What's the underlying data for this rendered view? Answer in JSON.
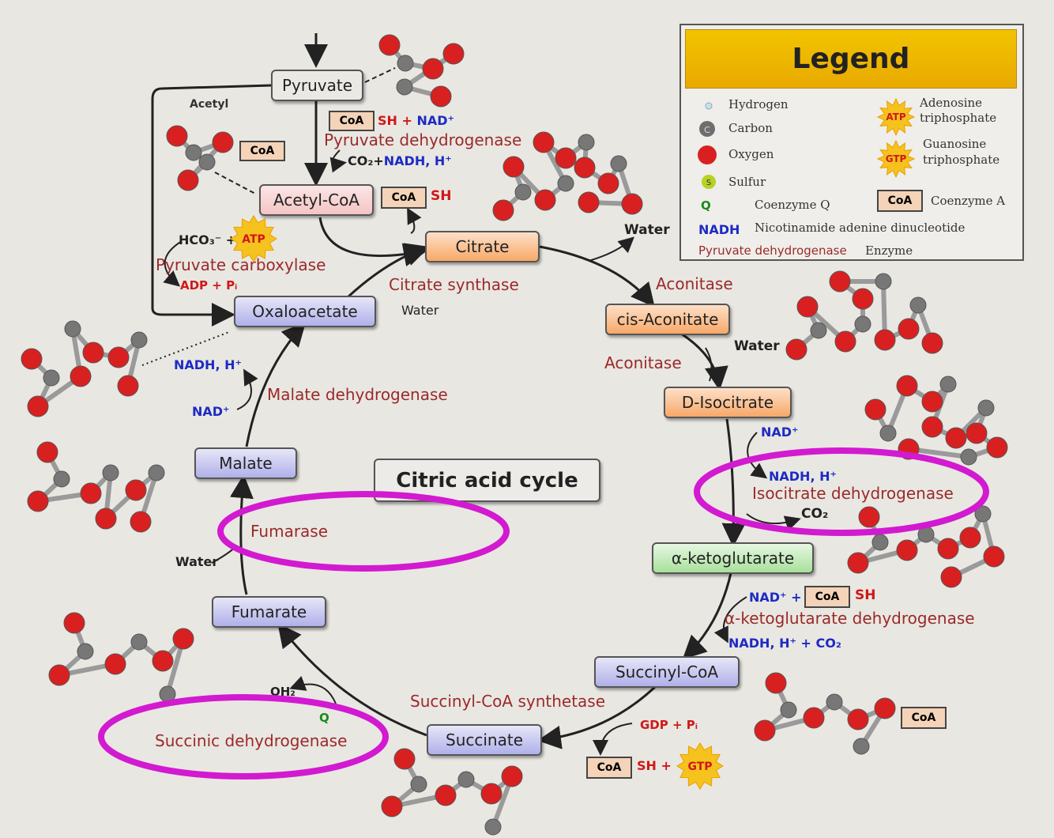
{
  "title": "Citric acid cycle",
  "metabolites": {
    "pyruvate": "Pyruvate",
    "acetyl_coa": "Acetyl-CoA",
    "citrate": "Citrate",
    "cis_aconitate": "cis-Aconitate",
    "d_isocitrate": "D-Isocitrate",
    "a_ketoglutarate": "α-ketoglutarate",
    "succinyl_coa": "Succinyl-CoA",
    "succinate": "Succinate",
    "fumarate": "Fumarate",
    "malate": "Malate",
    "oxaloacetate": "Oxaloacetate"
  },
  "enzymes": {
    "pyruvate_dehydrogenase": "Pyruvate dehydrogenase",
    "pyruvate_carboxylase": "Pyruvate carboxylase",
    "citrate_synthase": "Citrate synthase",
    "aconitase_1": "Aconitase",
    "aconitase_2": "Aconitase",
    "isocitrate_dehydrogenase": "Isocitrate dehydrogenase",
    "akg_dehydrogenase": "α-ketoglutarate dehydrogenase",
    "succinyl_coa_synthetase": "Succinyl-CoA synthetase",
    "succinic_dehydrogenase": "Succinic dehydrogenase",
    "fumarase": "Fumarase",
    "malate_dehydrogenase": "Malate dehydrogenase"
  },
  "cofactors": {
    "acetyl": "Acetyl",
    "coa": "CoA",
    "sh": "SH",
    "sh_plus": "SH +",
    "sh_plus_nad": "SH + NAD⁺",
    "co2_nadh": "CO₂+NADH, H⁺",
    "water": "Water",
    "hco3": "HCO₃⁻ +",
    "atp": "ATP",
    "gtp": "GTP",
    "adp_pi": "ADP + Pᵢ",
    "nadh_h": "NADH, H⁺",
    "nad": "NAD⁺",
    "co2": "CO₂",
    "nad_plus": "NAD⁺ +",
    "nadh_h_co2": "NADH, H⁺ + CO₂",
    "gdp_pi": "GDP + Pᵢ",
    "oh2": "OH₂",
    "q": "Q"
  },
  "legend": {
    "title": "Legend",
    "hydrogen": "Hydrogen",
    "carbon": "Carbon",
    "oxygen": "Oxygen",
    "sulfur": "Sulfur",
    "coenzyme_q_symbol": "Q",
    "coenzyme_q": "Coenzyme Q",
    "nadh_symbol": "NADH",
    "nadh": "Nicotinamide adenine dinucleotide",
    "enzyme_example": "Pyruvate dehydrogenase",
    "enzyme": "Enzyme",
    "atp_line1": "Adenosine",
    "atp_line2": "triphosphate",
    "gtp_line1": "Guanosine",
    "gtp_line2": "triphosphate",
    "coa_box": "CoA",
    "coenzyme_a": "Coenzyme A",
    "carbon_letter": "C",
    "sulfur_letter": "S"
  },
  "colors": {
    "highlight": "#d21ad0",
    "enzyme_text": "#9a2a2a",
    "cofactor_blue": "#1d2bc4",
    "cofactor_red": "#d01818",
    "legend_gold": "#e9b200",
    "oxygen": "#d92020",
    "carbon": "#777777"
  }
}
